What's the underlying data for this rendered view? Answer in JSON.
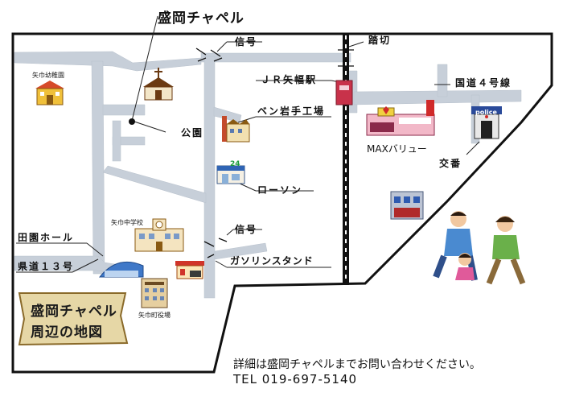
{
  "title": "盛岡チャペル",
  "labels": {
    "shingo_top": "信号",
    "fumikiri": "踏切",
    "jr_station": "ＪＲ矢幅駅",
    "ben_factory": "ベン岩手工場",
    "kokudo4": "国道４号線",
    "koen": "公園",
    "lawson": "ローソン",
    "lawson_badge": "24",
    "max_value": "MAXバリュー",
    "koban": "交番",
    "police_sign": "police",
    "youchien": "矢巾幼稚園",
    "chugakko": "矢巾中学校",
    "shingo_mid": "信号",
    "denen_hall": "田園ホール",
    "gasoline": "ガソリンスタンド",
    "kendo13": "県道１３号",
    "yakuba": "矢巾町役場"
  },
  "scroll": {
    "line1": "盛岡チャペル",
    "line2": "周辺の地図"
  },
  "footer": {
    "note": "詳細は盛岡チャペルまでお問い合わせください。",
    "tel": "TEL 019-697-5140"
  },
  "colors": {
    "road": "#c7cfd9",
    "border": "#111111",
    "railway": "#111111",
    "scroll": "#e6d7a6"
  },
  "icons": [
    "church-icon",
    "kindergarten-icon",
    "factory-icon",
    "lawson-icon",
    "school-icon",
    "hall-icon",
    "gas-station-icon",
    "town-office-icon",
    "supermarket-icon",
    "police-box-icon",
    "building-icon",
    "family-icon",
    "park-marker-icon",
    "signal-icon",
    "crossing-icon"
  ]
}
